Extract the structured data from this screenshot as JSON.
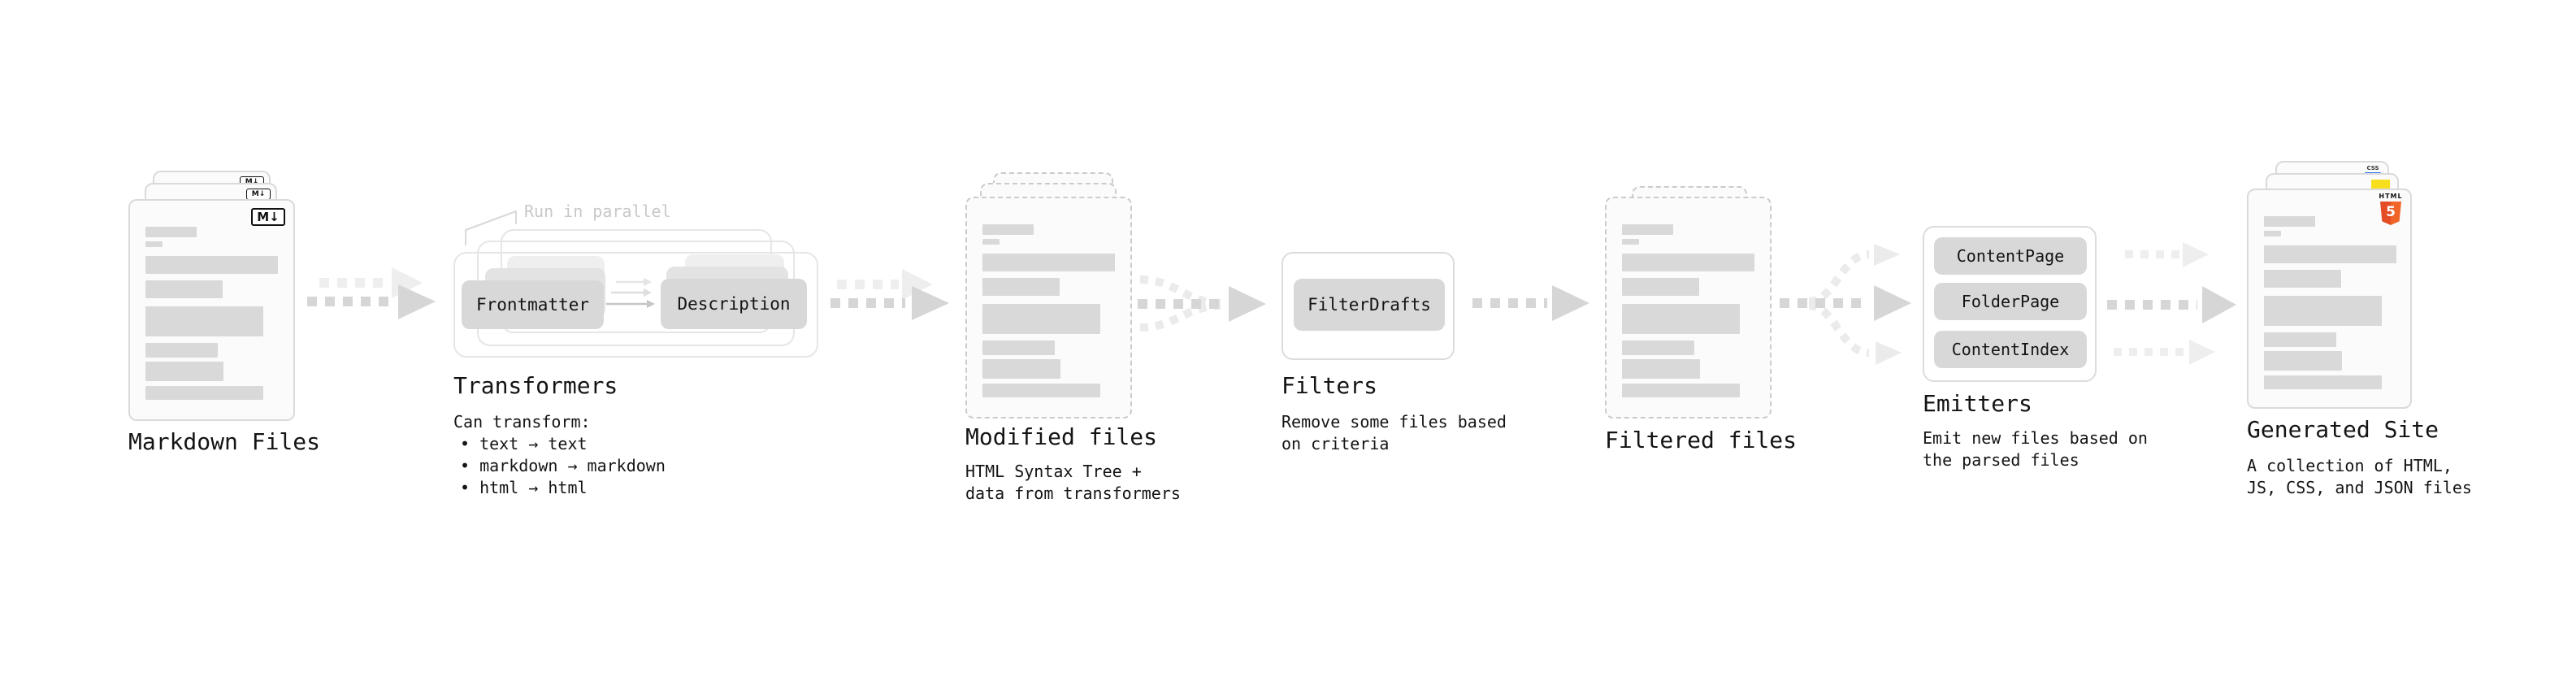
{
  "stages": {
    "markdown_files": {
      "label": "Markdown Files",
      "badge": "M↓"
    },
    "transformers": {
      "title": "Transformers",
      "annotation": "Run in parallel",
      "box_frontmatter": "Frontmatter",
      "box_description": "Description",
      "desc_heading": "Can transform:",
      "bullets": [
        "• text → text",
        "• markdown → markdown",
        "• html → html"
      ]
    },
    "modified_files": {
      "title": "Modified files",
      "desc_line1": "HTML Syntax Tree +",
      "desc_line2": "data from transformers"
    },
    "filters": {
      "title": "Filters",
      "box_filterdrafts": "FilterDrafts",
      "desc_line1": "Remove some files based",
      "desc_line2": "on criteria"
    },
    "filtered_files": {
      "label": "Filtered files"
    },
    "emitters": {
      "title": "Emitters",
      "box_contentpage": "ContentPage",
      "box_folderpage": "FolderPage",
      "box_contentindex": "ContentIndex",
      "desc_line1": "Emit new files based on",
      "desc_line2": "the parsed files"
    },
    "generated_site": {
      "title": "Generated Site",
      "desc_line1": "A collection of HTML,",
      "desc_line2": "JS, CSS, and JSON files",
      "html5_badge_text": "HTML",
      "html5_badge_number": "5",
      "css_badge_text": "CSS"
    }
  },
  "colors": {
    "html5_orange": "#e44d26",
    "html5_orange_light": "#f16529",
    "js_yellow": "#f7df1e",
    "css_blue": "#2673f0",
    "skeleton_gray": "#d9d9d9",
    "arrow_dark": "#d6d6d6",
    "arrow_light": "#eeeeee"
  }
}
